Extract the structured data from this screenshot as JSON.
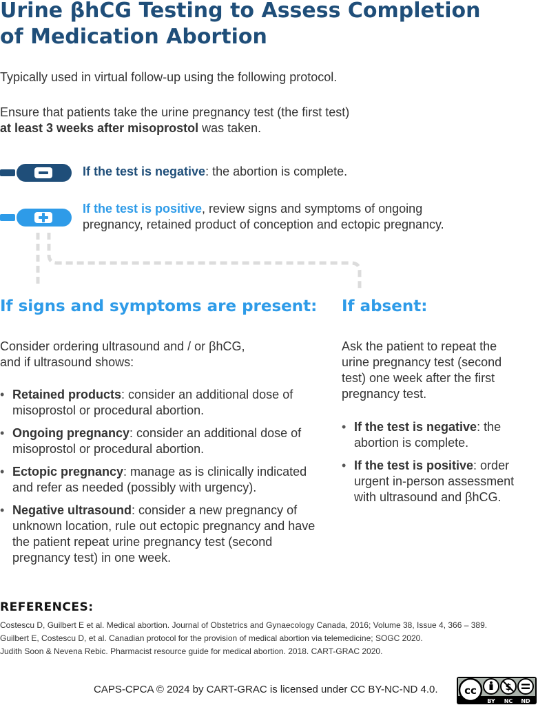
{
  "title": {
    "line1": "Urine βhCG Testing to Assess Completion",
    "line2": "of Medication Abortion"
  },
  "intro": "Typically used in virtual follow-up using the following protocol.",
  "ensure": {
    "line1": "Ensure that patients take the urine pregnancy test (the first test)",
    "bold": "at least 3 weeks after misoprostol",
    "rest": " was taken."
  },
  "negative_result": {
    "lead": "If the test is negative",
    "rest": ": the abortion is complete."
  },
  "positive_result": {
    "lead": "If the test is positive",
    "rest1": ", review signs and symptoms of ongoing",
    "rest2": "pregnancy, retained product of conception and ectopic pregnancy."
  },
  "present": {
    "heading": "If signs and symptoms are present:",
    "intro1": "Consider ordering ultrasound and / or βhCG,",
    "intro2": "and if ultrasound shows:",
    "items": [
      {
        "bold": "Retained products",
        "text": ": consider an additional dose of misoprostol or procedural abortion."
      },
      {
        "bold": "Ongoing pregnancy",
        "text": ": consider an additional dose of misoprostol or procedural abortion."
      },
      {
        "bold": "Ectopic pregnancy",
        "text": ": manage as is clinically indicated and refer as needed (possibly with urgency)."
      },
      {
        "bold": "Negative ultrasound",
        "text": ": consider a new pregnancy of unknown location, rule out ectopic pregnancy and have the patient repeat urine pregnancy test (second pregnancy test) in one week."
      }
    ]
  },
  "absent": {
    "heading": "If absent:",
    "intro": "Ask the patient to repeat the urine pregnancy test (second test) one week after the first pregnancy test.",
    "items": [
      {
        "bold": "If the test is negative",
        "text": ": the abortion is complete."
      },
      {
        "bold": "If the test is positive",
        "text": ": order urgent in-person assessment with ultrasound and βhCG."
      }
    ]
  },
  "references": {
    "title": "REFERENCES:",
    "items": [
      "Costescu D, Guilbert E et al.  Medical abortion. Journal of Obstetrics and Gynaecology Canada, 2016; Volume 38, Issue 4, 366 – 389.",
      "Guilbert E, Costescu D, et al. Canadian protocol for the provision of medical abortion via telemedicine; SOGC 2020.",
      "Judith Soon & Nevena Rebic. Pharmacist resource guide for medical abortion. 2018. CART-GRAC 2020."
    ]
  },
  "footer": "CAPS-CPCA © 2024 by CART-GRAC is licensed under CC BY-NC-ND 4.0.",
  "license_badge": {
    "labels": [
      "BY",
      "NC",
      "ND"
    ],
    "cc": "cc"
  },
  "colors": {
    "dark_blue": "#1f4e79",
    "light_blue": "#2e9be8",
    "dash": "#dcdcdc"
  }
}
